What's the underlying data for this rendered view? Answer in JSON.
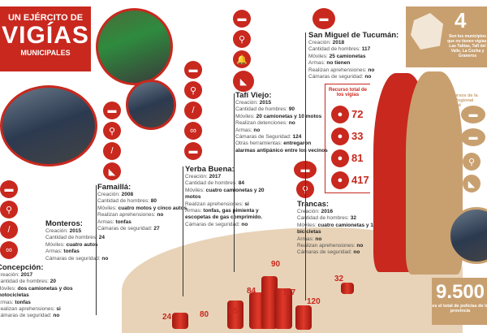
{
  "title": {
    "line1": "UN EJÉRCITO DE",
    "line2": "VIGÍAS",
    "line3": "MUNICIPALES"
  },
  "municipalities": [
    {
      "name": "San Miguel de Tucumán:",
      "rows": [
        [
          "Creación: ",
          "2018"
        ],
        [
          "Cantidad de hombres: ",
          "117"
        ],
        [
          "Móviles: ",
          "25 camionetas"
        ],
        [
          "Armas: ",
          "no tienen"
        ],
        [
          "Realizan aprehensiones: ",
          "no"
        ],
        [
          "Cámaras de seguridad: ",
          "no"
        ]
      ]
    },
    {
      "name": "Tafí Viejo:",
      "rows": [
        [
          "Creación: ",
          "2015"
        ],
        [
          "Cantidad de hombres: ",
          "90"
        ],
        [
          "Móviles: ",
          "20 camionetas y 10 motos"
        ],
        [
          "Realizan detenciones: ",
          "no"
        ],
        [
          "Armas: ",
          "no"
        ],
        [
          "Cámaras de Seguridad: ",
          "124"
        ],
        [
          "Otras herramientas: ",
          "entregaron alarmas antipánico entre los vecinos"
        ]
      ]
    },
    {
      "name": "Yerba Buena:",
      "rows": [
        [
          "Creación: ",
          "2017"
        ],
        [
          "Cantidad de hombres: ",
          "84"
        ],
        [
          "Móviles: ",
          "cuatro camionetas y 20 motos"
        ],
        [
          "Realizan aprehensiones: ",
          "si"
        ],
        [
          "Armas: ",
          "tonfas, gas pimienta y escopetas de gas comprimido."
        ],
        [
          "Cámaras de seguridad: ",
          "no"
        ]
      ]
    },
    {
      "name": "Famaillá:",
      "rows": [
        [
          "Creación: ",
          "2008"
        ],
        [
          "Cantidad de hombres: ",
          "80"
        ],
        [
          "Móviles: ",
          "cuatro motos y cinco autos."
        ],
        [
          "Realizan aprehensiones: ",
          "no"
        ],
        [
          "Armas: ",
          "tonfas"
        ],
        [
          "Cámaras de seguridad: ",
          "27"
        ]
      ]
    },
    {
      "name": "Monteros:",
      "rows": [
        [
          "Creación: ",
          "2015"
        ],
        [
          "Cantidad de hombres: ",
          "24"
        ],
        [
          "Móviles: ",
          "cuatro autos"
        ],
        [
          "Armas: ",
          "tonfas"
        ],
        [
          "Cámaras de seguridad: ",
          "no"
        ]
      ]
    },
    {
      "name": "Concepción:",
      "rows": [
        [
          "Creación: ",
          "2017"
        ],
        [
          "Cantidad de hombres: ",
          "20"
        ],
        [
          "Móviles: ",
          "dos camionetas y dos motocicletas"
        ],
        [
          "Armas: ",
          "tonfas"
        ],
        [
          "Realizan aprehensiones: ",
          "si"
        ],
        [
          "Cámaras de seguridad: ",
          "no"
        ]
      ]
    },
    {
      "name": "Trancas:",
      "rows": [
        [
          "Creación: ",
          "2016"
        ],
        [
          "Cantidad de hombres: ",
          "32"
        ],
        [
          "Móviles: ",
          "cuatro camionetas y 10 bicicletas"
        ],
        [
          "Armas: ",
          "no"
        ],
        [
          "Realizan aprehensiones: ",
          "no"
        ],
        [
          "Cámaras de seguridad: ",
          "no"
        ]
      ]
    }
  ],
  "resources": {
    "title": "Recurso total de los vigías",
    "items": [
      {
        "icon": "pickup-icon",
        "value": "72"
      },
      {
        "icon": "car-icon",
        "value": "33"
      },
      {
        "icon": "motorcycle-icon",
        "value": "81"
      },
      {
        "icon": "camera-icon",
        "value": "417"
      }
    ]
  },
  "police_resources": {
    "title": "Los recursos de la Unidad Regional Capital y d"
  },
  "no_vigias": {
    "number": "4",
    "text": "Son los municipios que no tienen vigías: Las Talitas, Tafí del Valle, La Cocha y Graneros"
  },
  "police_total": {
    "number": "9.500",
    "text": "es el total de policías de la provincia"
  },
  "map_counts": [
    "24",
    "80",
    "85",
    "84",
    "90",
    "117",
    "120",
    "32"
  ],
  "colors": {
    "accent": "#c8281e",
    "tan": "#c8a070",
    "map": "#e8d3b8"
  }
}
